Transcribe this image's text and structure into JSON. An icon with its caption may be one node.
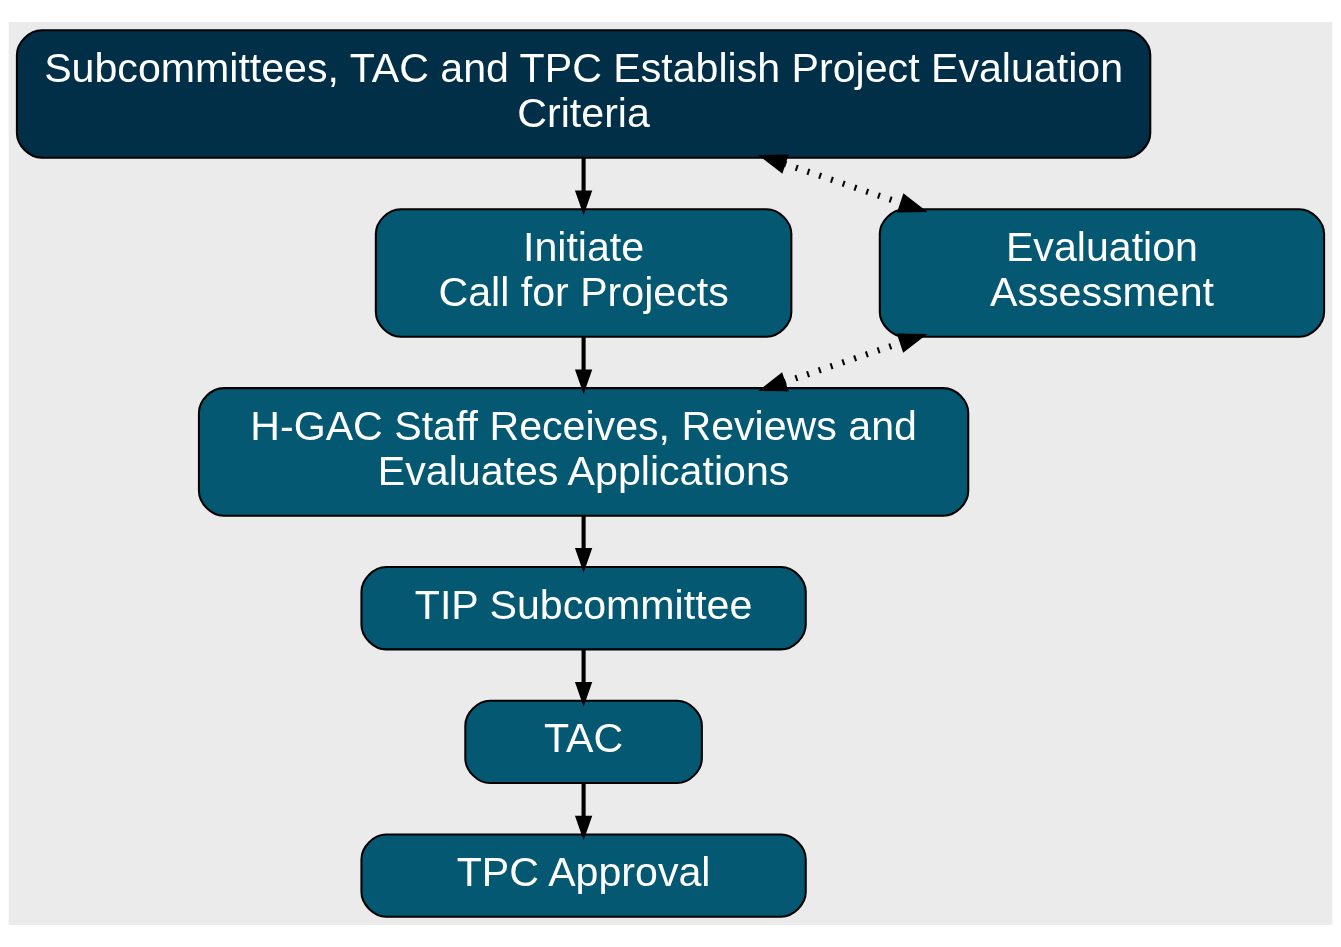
{
  "diagram": {
    "nodes": [
      {
        "text": [
          "Subcommittees, TAC and TPC Establish Project Evaluation Criteria"
        ]
      },
      {
        "text": [
          "Evaluation Assessment"
        ]
      },
      {
        "text": [
          "Initiate Call for Projects"
        ]
      },
      {
        "text": [
          "H-GAC Staff Receives, Reviews and Evaluates Applications"
        ]
      },
      {
        "text": [
          "TIP Subcommittee"
        ]
      },
      {
        "text": [
          "TAC"
        ]
      },
      {
        "text": [
          "TPC Approval"
        ]
      }
    ],
    "edges": [
      {
        "from": 0,
        "to": 2,
        "arrow": "to"
      },
      {
        "from": 2,
        "to": 3,
        "arrow": "to"
      },
      {
        "from": 3,
        "to": 4,
        "arrow": "to"
      },
      {
        "from": 4,
        "to": 5,
        "arrow": "to"
      },
      {
        "from": 5,
        "to": 6,
        "arrow": "to"
      },
      {
        "from": 1,
        "to": 0,
        "arrow": "both",
        "style": "dashed"
      },
      {
        "from": 1,
        "to": 3,
        "arrow": "both",
        "style": "dashed"
      }
    ]
  }
}
